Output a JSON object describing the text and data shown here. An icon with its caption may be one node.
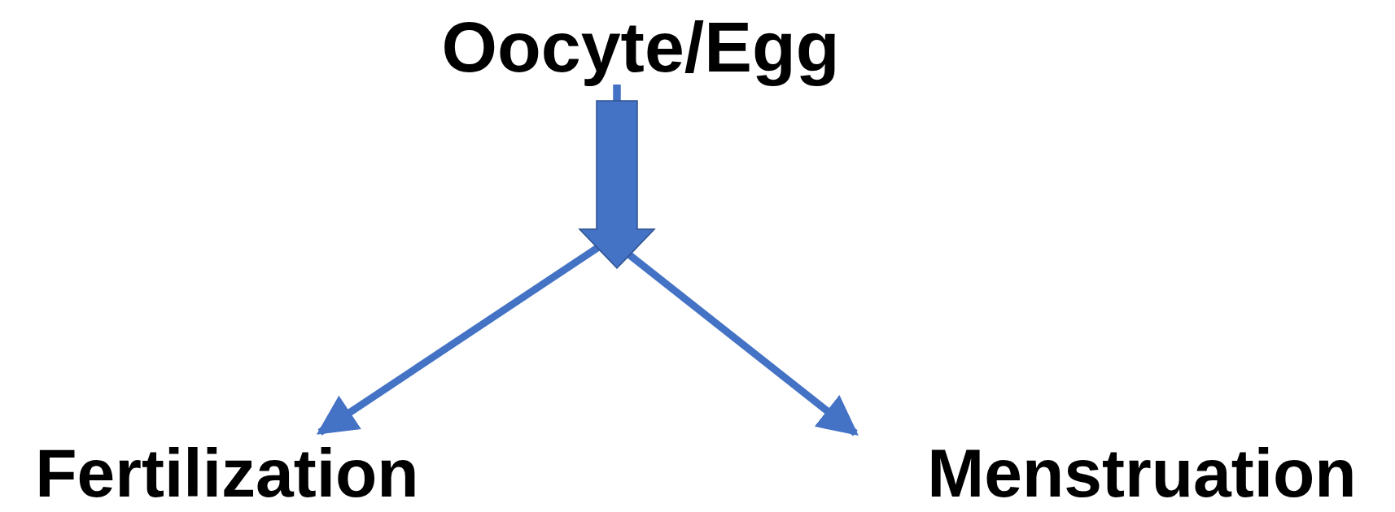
{
  "diagram": {
    "nodes": [
      {
        "text": [
          "Oocyte/Egg"
        ]
      },
      {
        "text": [
          "Fertilization"
        ]
      },
      {
        "text": [
          "Menstruation"
        ]
      }
    ],
    "edges": [
      {
        "from": 0,
        "to": 1,
        "arrow": "to"
      },
      {
        "from": 0,
        "to": 2,
        "arrow": "to"
      }
    ]
  }
}
